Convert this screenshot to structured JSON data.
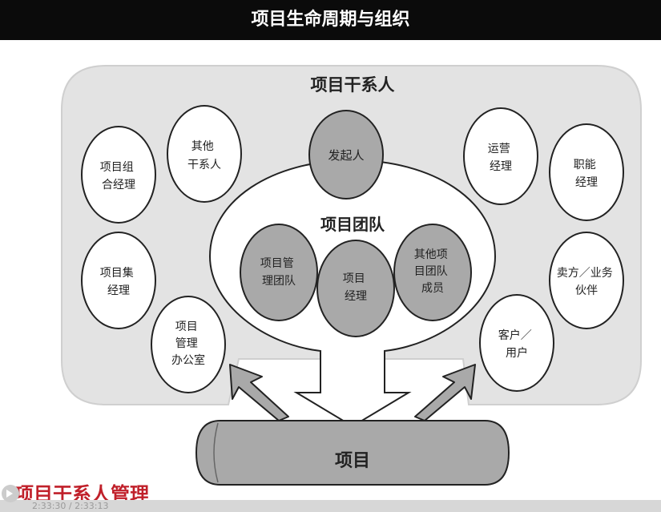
{
  "header": {
    "title": "项目生命周期与组织"
  },
  "diagram": {
    "stakeholders_label": "项目干系人",
    "team_label": "项目团队",
    "sponsor": "发起人",
    "project": "项目",
    "team": {
      "pm_team": [
        "项目管",
        "理团队"
      ],
      "project_manager": [
        "项目",
        "经理"
      ],
      "other_members": [
        "其他项",
        "目团队",
        "成员"
      ]
    },
    "left": {
      "portfolio_manager": [
        "项目组",
        "合经理"
      ],
      "other_stakeholders": [
        "其他",
        "干系人"
      ],
      "program_manager": [
        "项目集",
        "经理"
      ],
      "pmo": [
        "项目",
        "管理",
        "办公室"
      ]
    },
    "right": {
      "operations": [
        "运营",
        "经理"
      ],
      "functional": [
        "职能",
        "经理"
      ],
      "sellers": [
        "卖方／业务",
        "伙伴"
      ],
      "customers": [
        "客户／",
        "用户"
      ]
    }
  },
  "footer": {
    "section_title": "项目干系人管理",
    "time": "2:33:30 / 2:33:13"
  },
  "colors": {
    "dark_fill": "#a8a8a8",
    "panel": "#e2e2e2",
    "accent_red": "#c0202a"
  }
}
